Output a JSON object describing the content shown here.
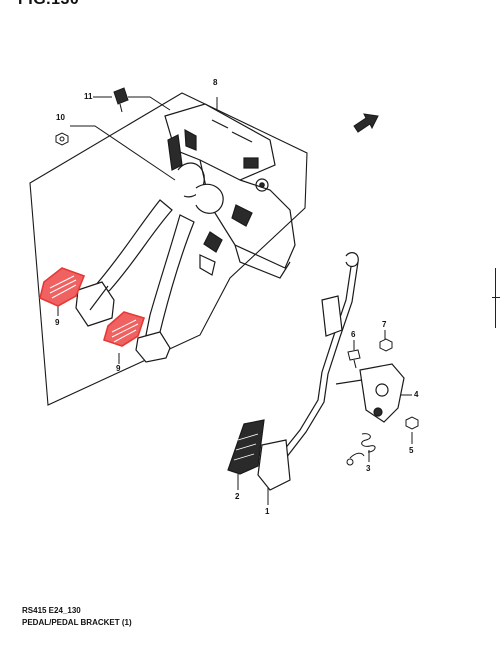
{
  "figure": {
    "title": "FIG.130",
    "code": "RS415 E24_130",
    "caption": "PEDAL/PEDAL BRACKET (1)"
  },
  "callouts": [
    {
      "id": "c1",
      "text": "1"
    },
    {
      "id": "c2",
      "text": "2"
    },
    {
      "id": "c3",
      "text": "3"
    },
    {
      "id": "c4",
      "text": "4"
    },
    {
      "id": "c5",
      "text": "5"
    },
    {
      "id": "c6",
      "text": "6"
    },
    {
      "id": "c7",
      "text": "7"
    },
    {
      "id": "c8",
      "text": "8"
    },
    {
      "id": "c9a",
      "text": "9"
    },
    {
      "id": "c9b",
      "text": "9"
    },
    {
      "id": "c10",
      "text": "10"
    },
    {
      "id": "c11",
      "text": "11"
    }
  ],
  "colors": {
    "line": "#1a1a1a",
    "highlight": "#e53935",
    "highlight_fill": "#f06262",
    "part_fill": "#ffffff",
    "shade": "#2a2a2a"
  }
}
